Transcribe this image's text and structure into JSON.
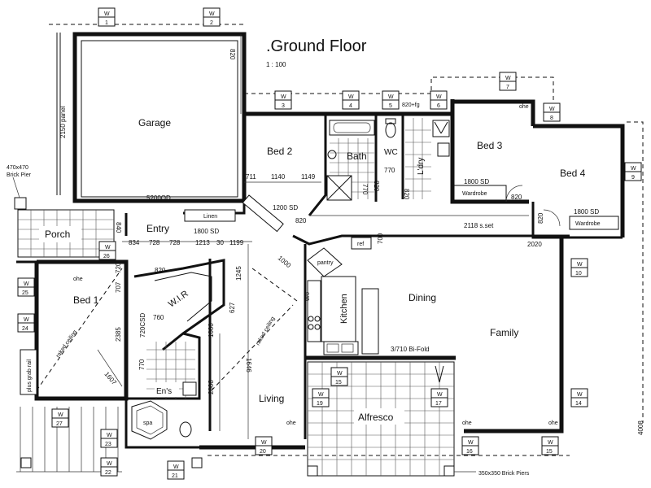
{
  "title": ".Ground Floor",
  "scale": "1 : 100",
  "rooms": {
    "garage": "Garage",
    "bed2": "Bed 2",
    "bath": "Bath",
    "wc": "WC",
    "ldry": "L'dry",
    "bed3": "Bed 3",
    "bed4": "Bed 4",
    "porch": "Porch",
    "entry": "Entry",
    "linen": "Linen",
    "bed1": "Bed 1",
    "wir": "W.I.R",
    "ens": "En's",
    "spa": "spa",
    "living": "Living",
    "kitchen": "Kitchen",
    "dining": "Dining",
    "family": "Family",
    "alfresco": "Alfresco",
    "pantry": "pantry",
    "wardrobe3": "Wardrobe",
    "wardrobe4": "Wardrobe",
    "ref": "ref",
    "wo": "w/o"
  },
  "dimensions": {
    "d820_garage": "820",
    "d2150_panel": "2150 panel",
    "d5200": "5200OD",
    "d711": "711",
    "d1140": "1140",
    "d1149": "1149",
    "d1200sd": "1200 SD",
    "d820_bed2": "820",
    "d820_fg": "820+fg",
    "d770_bath": "770",
    "d820_bath": "820",
    "d770_wc": "770",
    "d820_wc": "820",
    "d1800sd_bed3": "1800 SD",
    "d820_bed3": "820",
    "d2118": "2118 s.set",
    "d820_bed4": "820",
    "d1800sd_bed4": "1800 SD",
    "d1800sd_entry": "1800 SD",
    "d840": "840",
    "d834": "834",
    "d728a": "728",
    "d728b": "728",
    "d1213": "1213",
    "d30": "30",
    "d1199": "1199",
    "d700": "700",
    "d2020": "2020",
    "d1000_a": "1000",
    "d1000_b": "1000",
    "d1245": "1245",
    "d627": "627",
    "d1646": "1646",
    "d2008": "2008",
    "d820_wir": "820",
    "d707": "707",
    "d720": "720",
    "d720cs": "720CSD",
    "d760": "760",
    "d2385": "2385",
    "d1607": "1607",
    "d770_ens": "770",
    "d3710": "3/710 Bi-Fold",
    "d4008": "4008",
    "brick_pier": "470x470\nBrick Pier",
    "brick_pier_top": "470x470",
    "brick_pier_bot": "Brick Pier",
    "brick_piers_bottom": "350x350 Brick Piers"
  },
  "notes": {
    "raked1": "raked ceiling",
    "raked2": "raked ceiling",
    "grab": "plus grab rail",
    "ohe1": "ohe",
    "ohe2": "ohe",
    "ohe3": "ohe",
    "ohe4": "ohe",
    "ohe5": "ohe"
  },
  "windows": [
    {
      "id": "w1",
      "w": "W",
      "n": "1"
    },
    {
      "id": "w2",
      "w": "W",
      "n": "2"
    },
    {
      "id": "w3",
      "w": "W",
      "n": "3"
    },
    {
      "id": "w4",
      "w": "W",
      "n": "4"
    },
    {
      "id": "w5",
      "w": "W",
      "n": "5"
    },
    {
      "id": "w6",
      "w": "W",
      "n": "6"
    },
    {
      "id": "w7",
      "w": "W",
      "n": "7"
    },
    {
      "id": "w8",
      "w": "W",
      "n": "8"
    },
    {
      "id": "w9",
      "w": "W",
      "n": "9"
    },
    {
      "id": "w10",
      "w": "W",
      "n": "10"
    },
    {
      "id": "w14",
      "w": "W",
      "n": "14"
    },
    {
      "id": "w15a",
      "w": "W",
      "n": "15"
    },
    {
      "id": "w15b",
      "w": "W",
      "n": "15"
    },
    {
      "id": "w16",
      "w": "W",
      "n": "16"
    },
    {
      "id": "w17",
      "w": "W",
      "n": "17"
    },
    {
      "id": "w19",
      "w": "W",
      "n": "19"
    },
    {
      "id": "w20",
      "w": "W",
      "n": "20"
    },
    {
      "id": "w21",
      "w": "W",
      "n": "21"
    },
    {
      "id": "w22",
      "w": "W",
      "n": "22"
    },
    {
      "id": "w23",
      "w": "W",
      "n": "23"
    },
    {
      "id": "w24",
      "w": "W",
      "n": "24"
    },
    {
      "id": "w25",
      "w": "W",
      "n": "25"
    },
    {
      "id": "w26",
      "w": "W",
      "n": "26"
    },
    {
      "id": "w27",
      "w": "W",
      "n": "27"
    }
  ]
}
